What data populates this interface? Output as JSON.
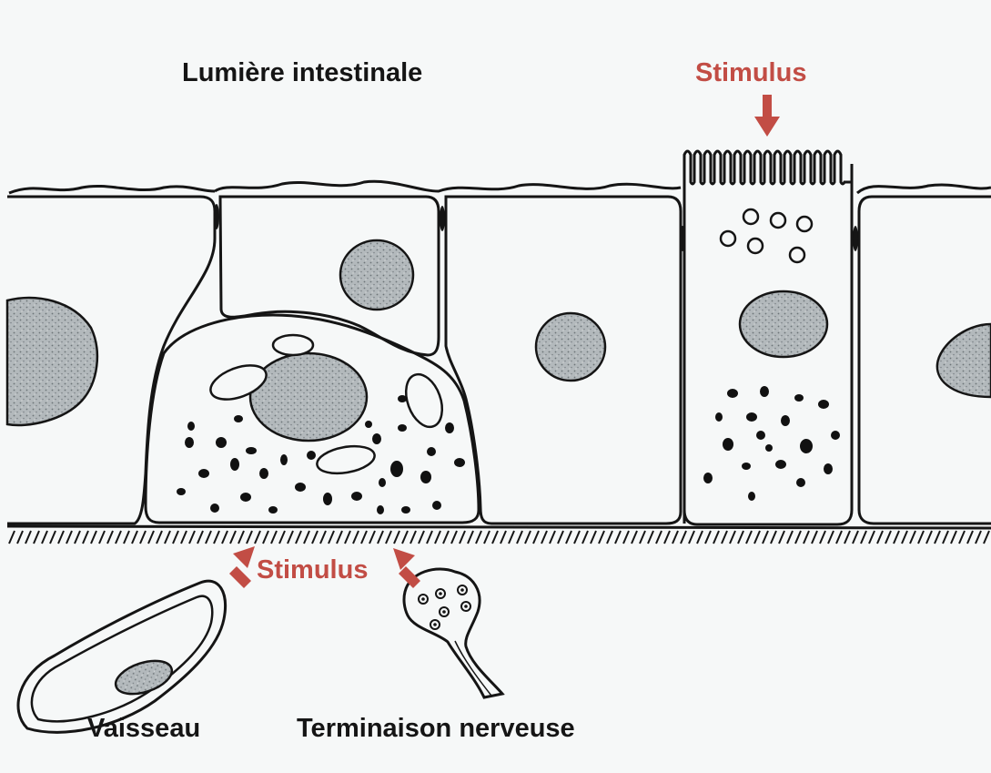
{
  "labels": {
    "lumen": "Lumière intestinale",
    "stimulus_top": "Stimulus",
    "stimulus_bottom": "Stimulus",
    "vessel": "Vaisseau",
    "nerve_ending": "Terminaison nerveuse"
  },
  "colors": {
    "background": "#f6f8f8",
    "outline": "#151515",
    "nucleus": "#a9b0b3",
    "stimulus_arrow": "#c24d45"
  }
}
